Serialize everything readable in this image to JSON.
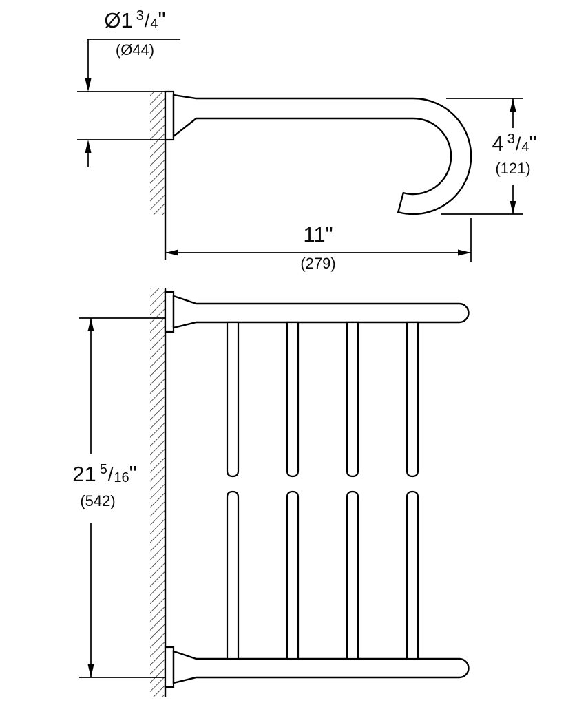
{
  "colors": {
    "line": "#000000",
    "background": "#ffffff"
  },
  "top_view": {
    "diameter_dim": {
      "prefix": "Ø1",
      "num": "3",
      "slash": "/",
      "den": "4",
      "suffix": "\"",
      "metric": "(Ø44)"
    },
    "length_dim": {
      "value": "11\"",
      "metric": "(279)"
    },
    "height_dim": {
      "prefix": "4",
      "num": "3",
      "slash": "/",
      "den": "4",
      "suffix": "\"",
      "metric": "(121)"
    }
  },
  "front_view": {
    "height_dim": {
      "prefix": "21",
      "num": "5",
      "slash": "/",
      "den": "16",
      "suffix": "\"",
      "metric": "(542)"
    }
  }
}
